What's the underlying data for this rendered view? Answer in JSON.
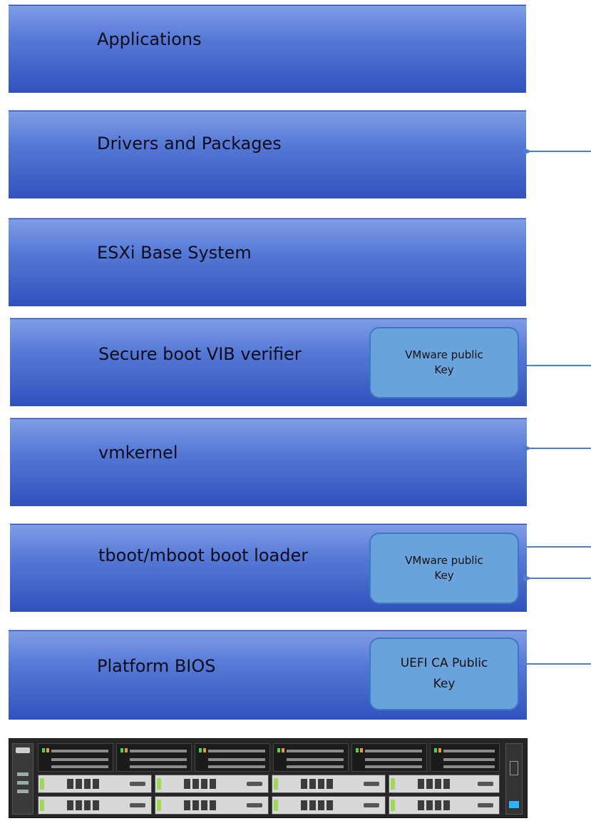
{
  "layers": [
    {
      "label": "Applications"
    },
    {
      "label": "Drivers and Packages"
    },
    {
      "label": "ESXi Base System"
    },
    {
      "label": "Secure boot VIB verifier",
      "key": "VMware public Key"
    },
    {
      "label": "vmkernel"
    },
    {
      "label": "tboot/mboot boot loader",
      "key": "VMware public Key"
    },
    {
      "label": "Platform BIOS",
      "key": "UEFI CA Public Key"
    }
  ],
  "key_lines": {
    "vmware_1": "VMware public",
    "vmware_2": "Key",
    "uefi_1": "UEFI CA Public",
    "uefi_2": "Key"
  },
  "colors": {
    "layer_top": "#7f9ee6",
    "layer_bottom": "#3152bd",
    "key_fill": "#6aa3dc",
    "arrow": "#4a7fd0"
  },
  "server_icon": "rack-server-front-panel-icon"
}
